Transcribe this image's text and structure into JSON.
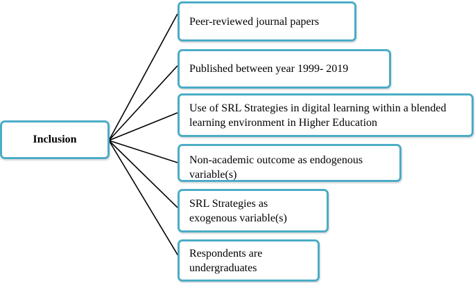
{
  "diagram": {
    "root": {
      "label": "Inclusion"
    },
    "criteria": [
      {
        "label": "Peer-reviewed journal papers"
      },
      {
        "label": "Published between year 1999- 2019"
      },
      {
        "label": "Use of SRL Strategies in digital learning within a blended learning environment in Higher Education"
      },
      {
        "label": "Non-academic outcome as endogenous variable(s)"
      },
      {
        "label": "SRL Strategies as exogenous variable(s)"
      },
      {
        "label": "Respondents are undergraduates"
      }
    ],
    "colors": {
      "border": "#4bacc6",
      "line": "#000000"
    }
  }
}
